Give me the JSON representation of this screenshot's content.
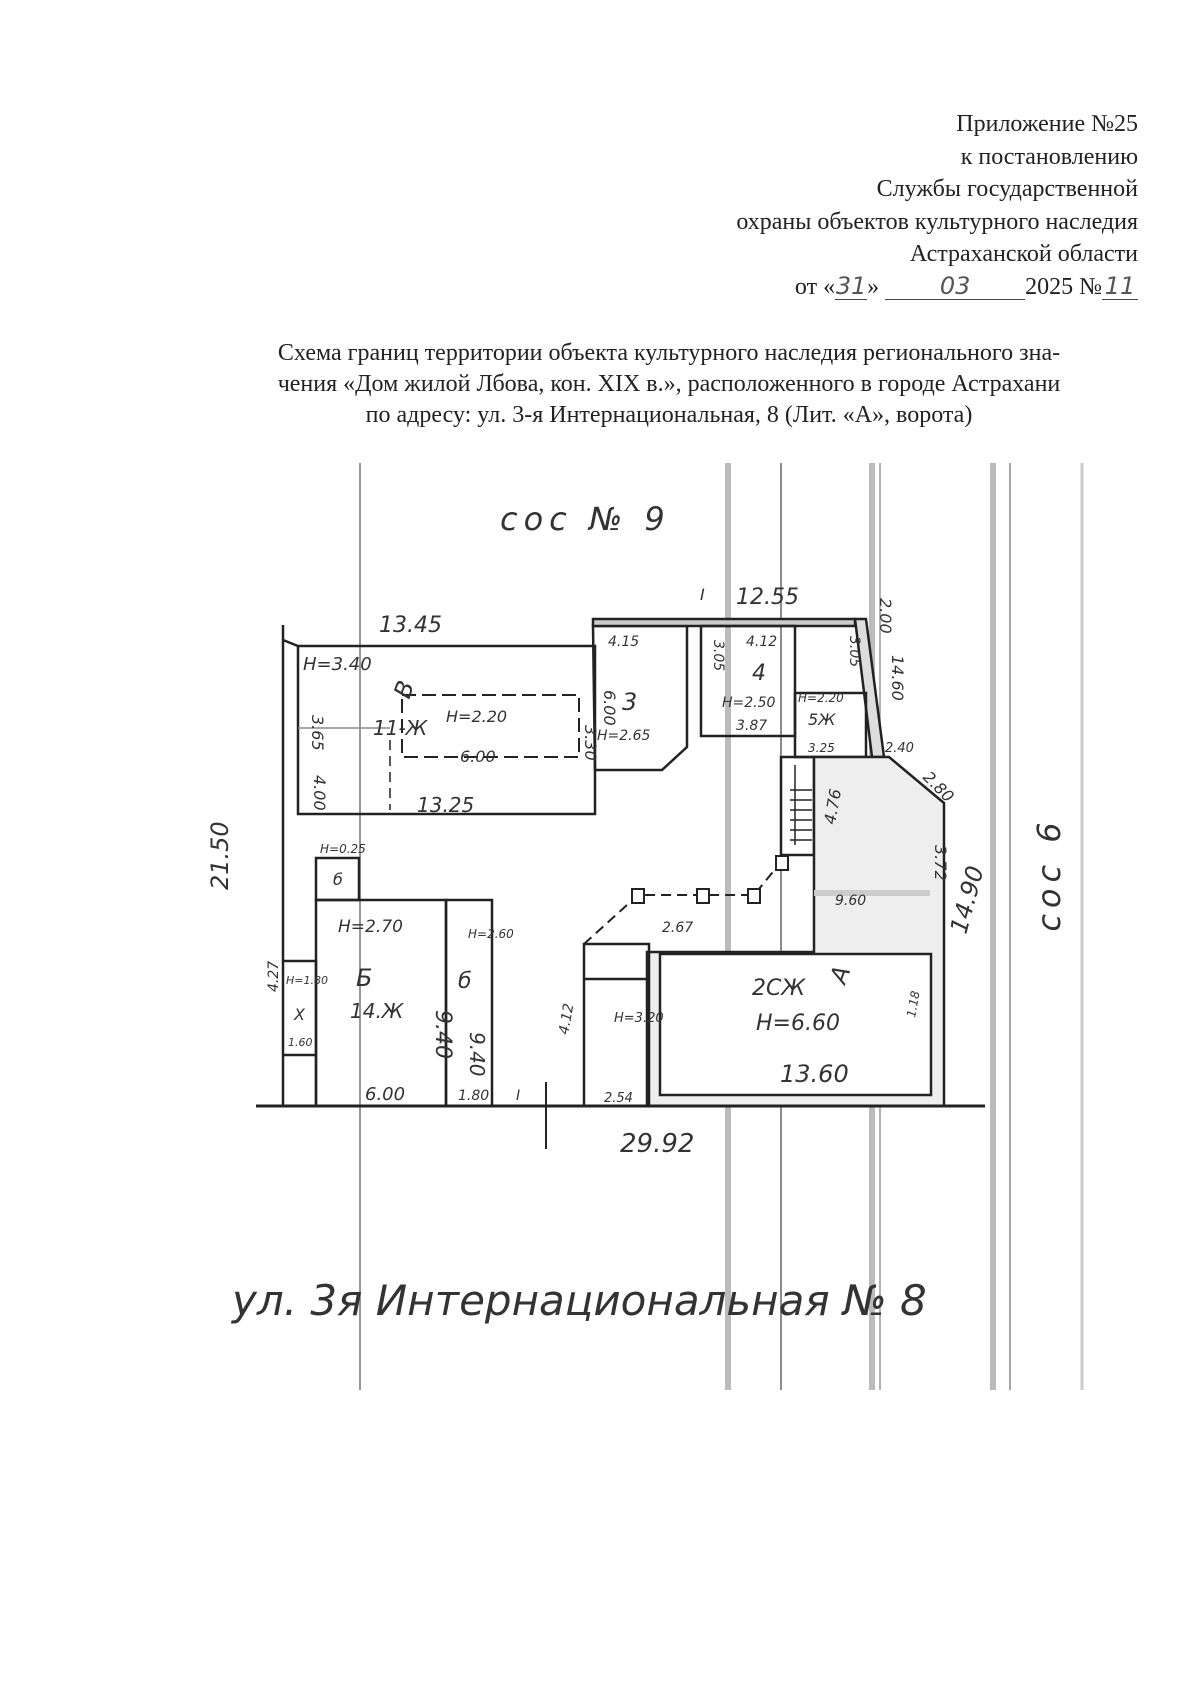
{
  "header": {
    "lines": [
      "Приложение №25",
      "к постановлению",
      "Службы государственной",
      "охраны объектов культурного наследия",
      "Астраханской области"
    ],
    "date_prefix": "от «",
    "day": "31",
    "date_quote_close": "»",
    "month": "03",
    "year_no": "2025 №",
    "number": "11"
  },
  "title": {
    "lines": [
      "Схема границ территории объекта культурного наследия регионального зна-",
      "чения «Дом жилой Лбова, кон. XIX в.», расположенного в городе Астрахани",
      "по адресу: ул. 3-я Интернациональная, 8 (Лит. «А», ворота)"
    ]
  },
  "plan": {
    "neighbor_top": "сос № 9",
    "neighbor_right": "сос 6",
    "street": "ул. 3я Интернациональная № 8",
    "labels": [
      "13.45",
      "H=3.40",
      "В",
      "11-Ж",
      "3.65",
      "4.00",
      "H=2.20",
      "6.00",
      "3.30",
      "6.00",
      "13.25",
      "3",
      "H=2.65",
      "4.15",
      "4.12",
      "12.55",
      "I",
      "4",
      "3.05",
      "H=2.50",
      "H=2.20",
      "3.87",
      "5Ж",
      "3.25",
      "3.05",
      "2.00",
      "14.60",
      "2.40",
      "2.80",
      "4.76",
      "3.72",
      "9.60",
      "21.50",
      "14.90",
      "H=0.25",
      "б",
      "H=2.70",
      "Б",
      "14.Ж",
      "9.40",
      "б",
      "9.40",
      "H=2.60",
      "4.27",
      "H=1.80",
      "Х",
      "1.60",
      "6.00",
      "1.80",
      "I",
      "29.92",
      "2.67",
      "4.12",
      "H=3.20",
      "2.54",
      "А",
      "2СЖ",
      "H=6.60",
      "13.60",
      "1.18"
    ]
  }
}
